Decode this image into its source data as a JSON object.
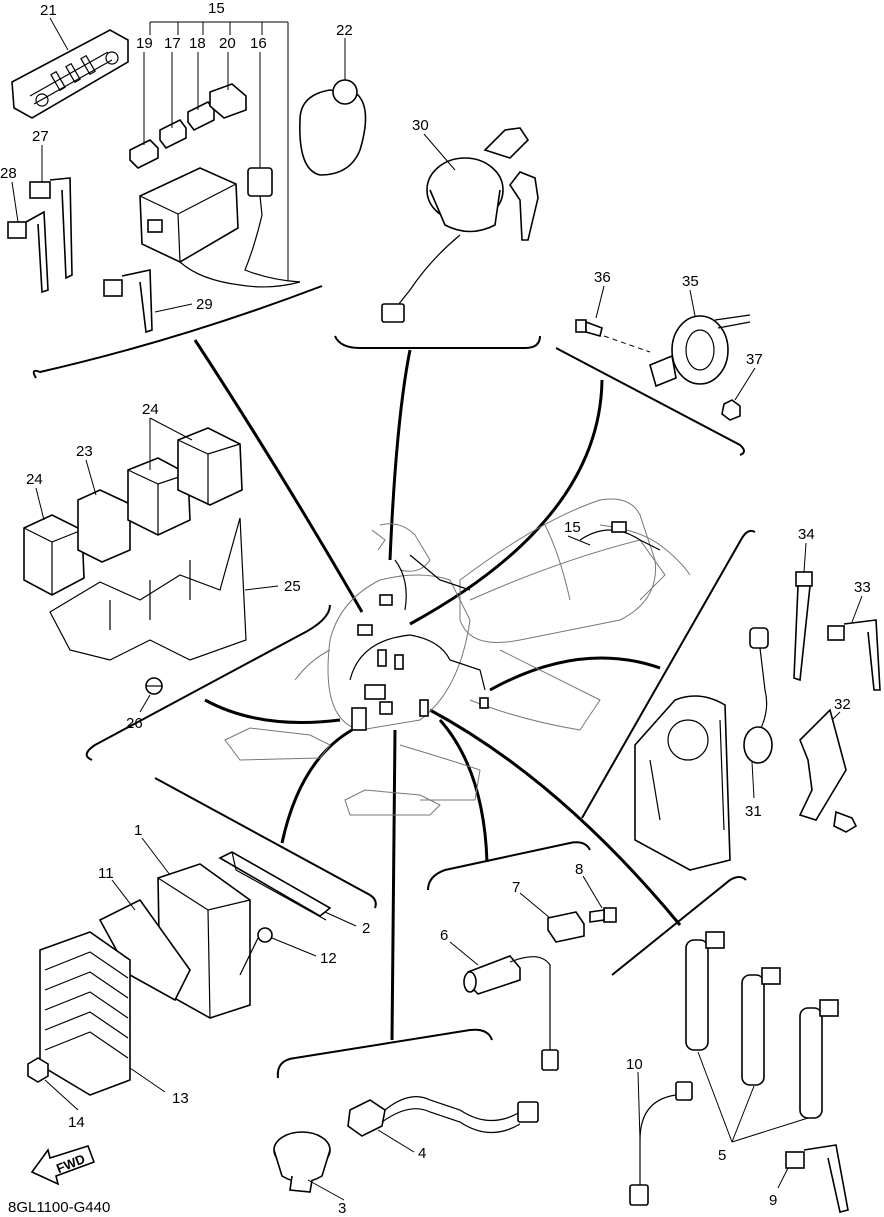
{
  "diagram_code": "8GL1100-G440",
  "fwd_label": "FWD",
  "callouts": [
    {
      "id": "c21",
      "text": "21"
    },
    {
      "id": "c15a",
      "text": "15"
    },
    {
      "id": "c19",
      "text": "19"
    },
    {
      "id": "c17",
      "text": "17"
    },
    {
      "id": "c18",
      "text": "18"
    },
    {
      "id": "c20",
      "text": "20"
    },
    {
      "id": "c16",
      "text": "16"
    },
    {
      "id": "c22",
      "text": "22"
    },
    {
      "id": "c27",
      "text": "27"
    },
    {
      "id": "c28",
      "text": "28"
    },
    {
      "id": "c29",
      "text": "29"
    },
    {
      "id": "c30",
      "text": "30"
    },
    {
      "id": "c36",
      "text": "36"
    },
    {
      "id": "c35",
      "text": "35"
    },
    {
      "id": "c37",
      "text": "37"
    },
    {
      "id": "c24a",
      "text": "24"
    },
    {
      "id": "c23",
      "text": "23"
    },
    {
      "id": "c24b",
      "text": "24"
    },
    {
      "id": "c25",
      "text": "25"
    },
    {
      "id": "c26",
      "text": "26"
    },
    {
      "id": "c15b",
      "text": "15"
    },
    {
      "id": "c34",
      "text": "34"
    },
    {
      "id": "c33",
      "text": "33"
    },
    {
      "id": "c32",
      "text": "32"
    },
    {
      "id": "c31",
      "text": "31"
    },
    {
      "id": "c1",
      "text": "1"
    },
    {
      "id": "c11",
      "text": "11"
    },
    {
      "id": "c2",
      "text": "2"
    },
    {
      "id": "c12",
      "text": "12"
    },
    {
      "id": "c13",
      "text": "13"
    },
    {
      "id": "c14",
      "text": "14"
    },
    {
      "id": "c7",
      "text": "7"
    },
    {
      "id": "c8",
      "text": "8"
    },
    {
      "id": "c6",
      "text": "6"
    },
    {
      "id": "c10",
      "text": "10"
    },
    {
      "id": "c5",
      "text": "5"
    },
    {
      "id": "c9",
      "text": "9"
    },
    {
      "id": "c4",
      "text": "4"
    },
    {
      "id": "c3",
      "text": "3"
    }
  ]
}
